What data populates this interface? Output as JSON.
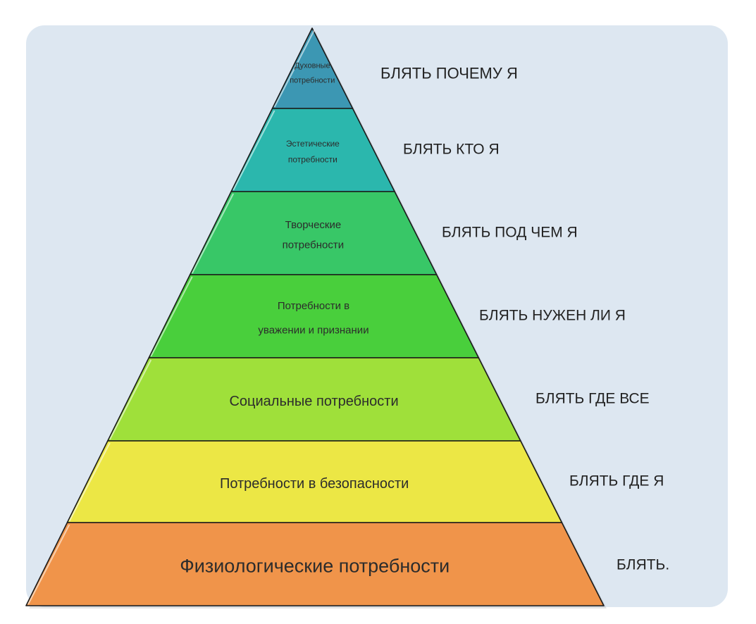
{
  "levels": [
    {
      "lines": [
        "Духовные",
        "потребности"
      ],
      "caption": "БЛЯТЬ ПОЧЕМУ Я",
      "color": "#3c97b3"
    },
    {
      "lines": [
        "Эстетические",
        "потребности"
      ],
      "caption": "БЛЯТЬ КТО Я",
      "color": "#2bb7ad"
    },
    {
      "lines": [
        "Творческие",
        "потребности"
      ],
      "caption": "БЛЯТЬ ПОД ЧЕМ Я",
      "color": "#38c767"
    },
    {
      "lines": [
        "Потребности в",
        "уважении и признании"
      ],
      "caption": "БЛЯТЬ НУЖЕН ЛИ Я",
      "color": "#49cf3c"
    },
    {
      "lines": [
        "Социальные потребности"
      ],
      "caption": "БЛЯТЬ ГДЕ ВСЕ",
      "color": "#9fe03a"
    },
    {
      "lines": [
        "Потребности в безопасности"
      ],
      "caption": "БЛЯТЬ ГДЕ Я",
      "color": "#ece745"
    },
    {
      "lines": [
        "Физиологические потребности"
      ],
      "caption": "БЛЯТЬ.",
      "color": "#f0944a"
    }
  ],
  "colors": {
    "background": "#dde7f1",
    "outline": "#1a1a1a"
  }
}
